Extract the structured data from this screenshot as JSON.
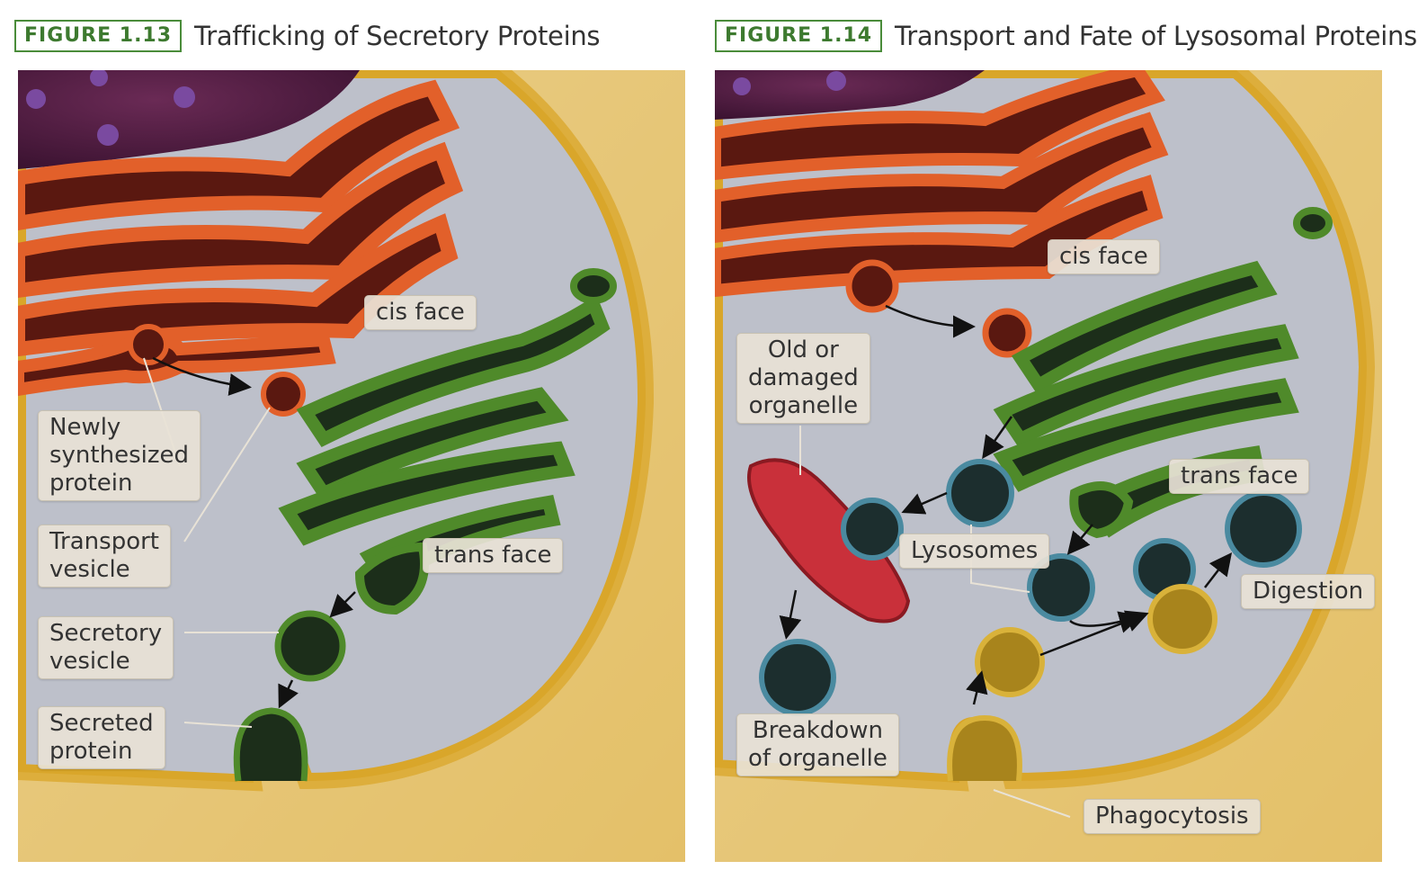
{
  "figures": [
    {
      "badge": "FIGURE 1.13",
      "title": "Trafficking of Secretory Proteins",
      "labels": {
        "cis_face": "cis face",
        "trans_face": "trans face",
        "newly_synthesized_protein": "Newly\nsynthesized\nprotein",
        "transport_vesicle": "Transport\nvesicle",
        "secretory_vesicle": "Secretory\nvesicle",
        "secreted_protein": "Secreted\nprotein"
      }
    },
    {
      "badge": "FIGURE 1.14",
      "title": "Transport and Fate of Lysosomal Proteins",
      "labels": {
        "cis_face": "cis face",
        "trans_face": "trans face",
        "old_damaged_organelle": "Old or\ndamaged\norganelle",
        "lysosomes": "Lysosomes",
        "digestion": "Digestion",
        "breakdown": "Breakdown\nof organelle",
        "phagocytosis": "Phagocytosis"
      }
    }
  ],
  "colors": {
    "nucleus": "#4a1a3a",
    "er_membrane": "#e2602a",
    "er_lumen": "#5a1810",
    "golgi_membrane": "#4f8a2a",
    "golgi_lumen": "#1c2e1a",
    "cytoplasm": "#b9bcc6",
    "plasma_membrane": "#d9a62a",
    "extracellular": "#f0e2bd",
    "lysosome": "#4a8aa0",
    "mitochondrion": "#c9303a",
    "phagosome": "#c9a52a"
  }
}
